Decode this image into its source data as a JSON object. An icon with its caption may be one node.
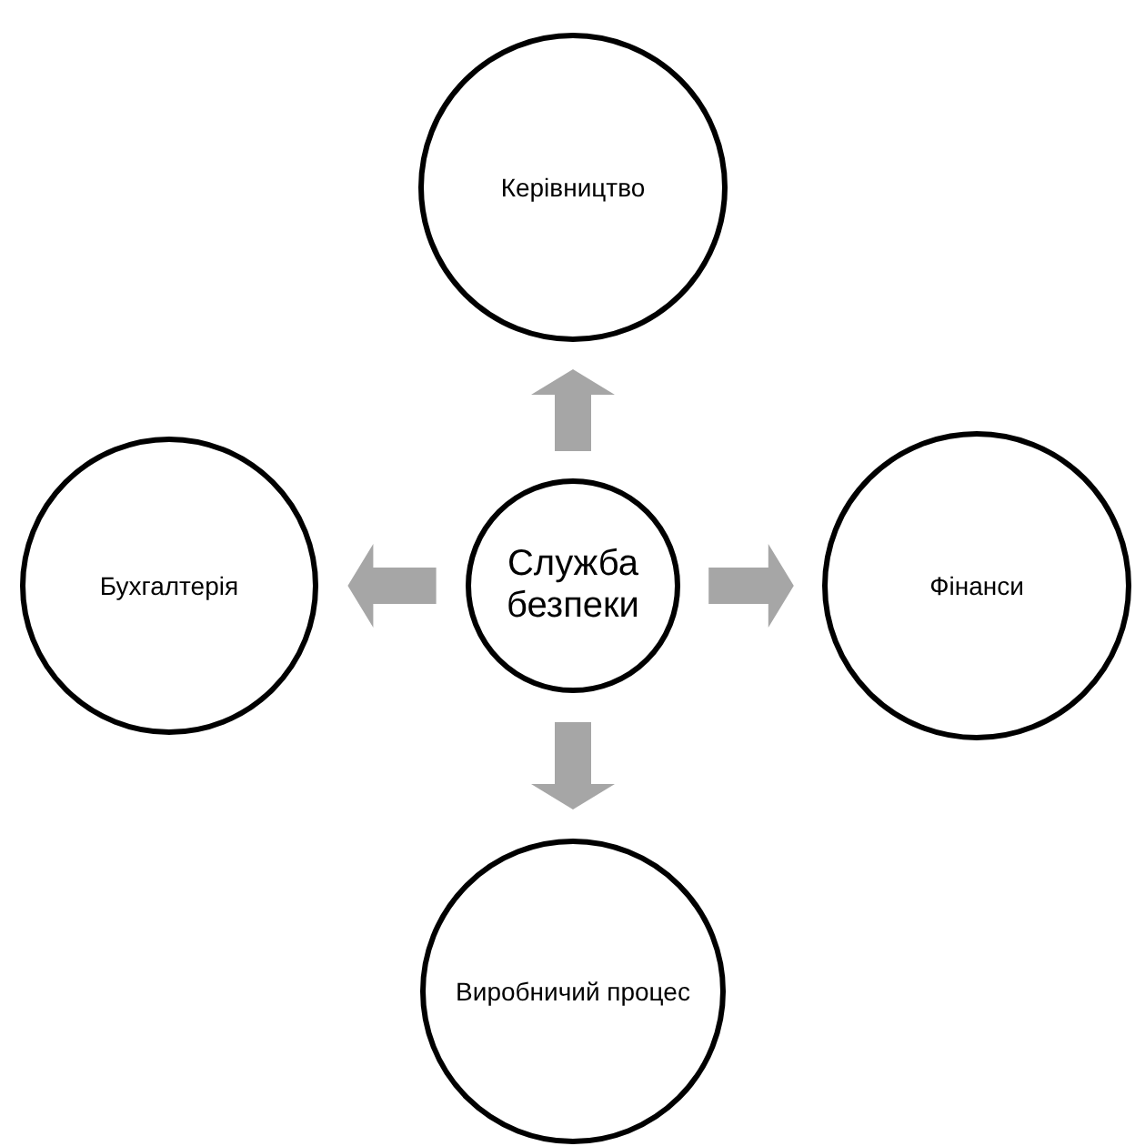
{
  "diagram": {
    "nodes": [
      {
        "text": [
          "Служба безпеки"
        ]
      },
      {
        "text": [
          "Керівництво"
        ]
      },
      {
        "text": [
          "Бухгалтерія"
        ]
      },
      {
        "text": [
          "Фінанси"
        ]
      },
      {
        "text": [
          "Виробничий процес"
        ]
      }
    ],
    "edges": [
      {
        "from": 0,
        "to": 1,
        "arrow": "to"
      },
      {
        "from": 0,
        "to": 2,
        "arrow": "to"
      },
      {
        "from": 0,
        "to": 3,
        "arrow": "to"
      },
      {
        "from": 0,
        "to": 4,
        "arrow": "to"
      }
    ]
  }
}
